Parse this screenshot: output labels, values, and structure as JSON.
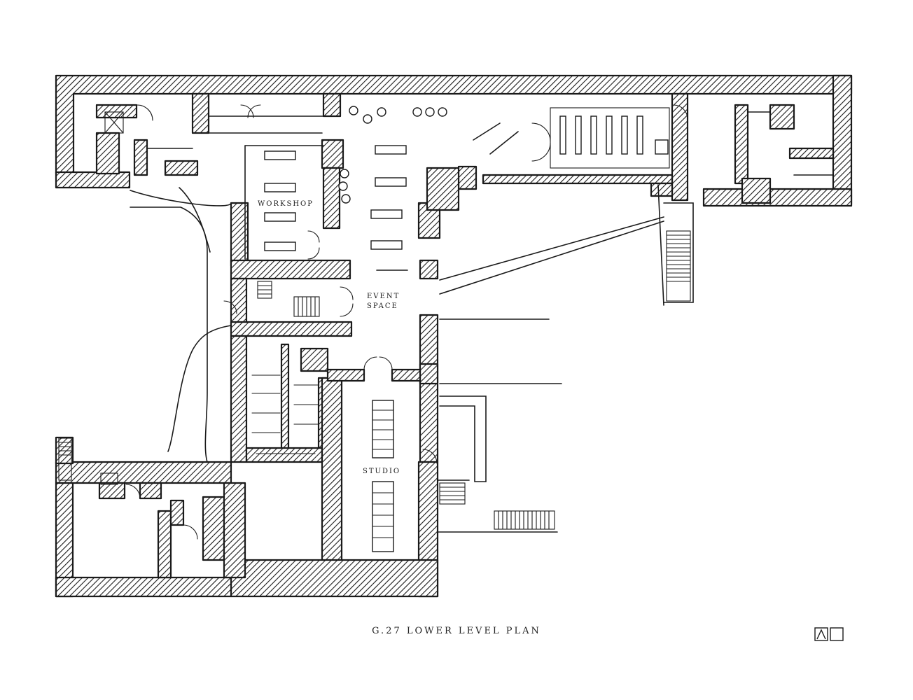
{
  "plan": {
    "caption": "G.27 LOWER LEVEL PLAN",
    "rooms": {
      "workshop": "WORKSHOP",
      "event_space_line1": "EVENT",
      "event_space_line2": "SPACE",
      "studio": "STUDIO"
    }
  },
  "logo": {
    "name": "firm-logo-mark"
  }
}
